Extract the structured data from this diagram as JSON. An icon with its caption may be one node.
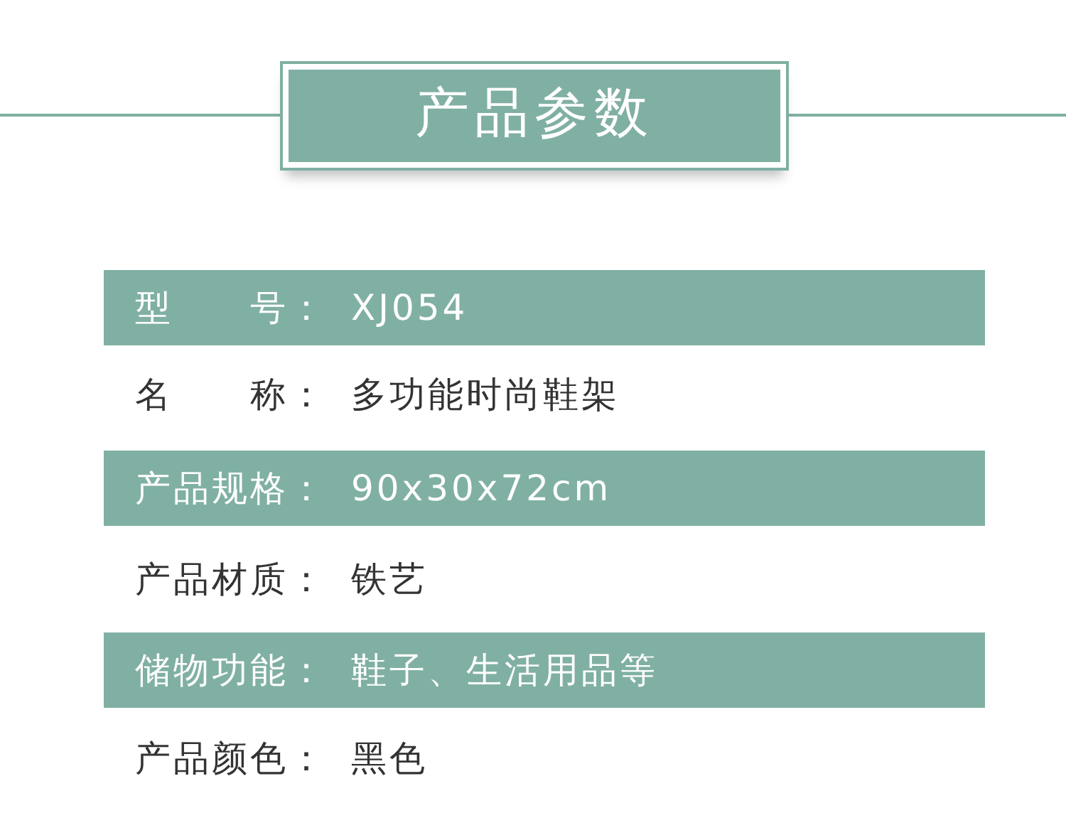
{
  "diagram": {
    "title": "产品参数",
    "labels": [
      "型　　号：",
      "XJ054",
      "名　　称：",
      "多功能时尚鞋架",
      "产品规格：",
      "90x30x72cm",
      "产品材质：",
      "铁艺",
      "储物功能：",
      "鞋子、生活用品等",
      "产品颜色：",
      "黑色"
    ]
  }
}
